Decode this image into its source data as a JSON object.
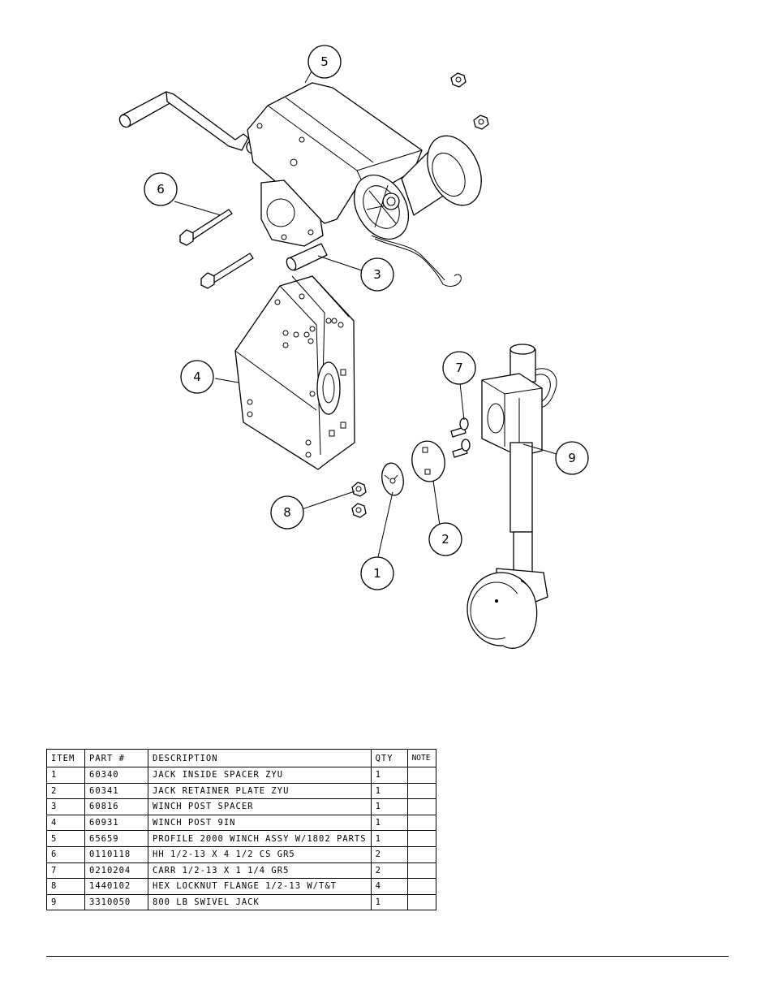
{
  "callouts": [
    {
      "label": "1"
    },
    {
      "label": "2"
    },
    {
      "label": "3"
    },
    {
      "label": "4"
    },
    {
      "label": "5"
    },
    {
      "label": "6"
    },
    {
      "label": "7"
    },
    {
      "label": "8"
    },
    {
      "label": "9"
    }
  ],
  "bom": {
    "headers": {
      "item": "ITEM",
      "part": "PART #",
      "description": "DESCRIPTION",
      "qty": "QTY",
      "note": "NOTE"
    },
    "rows": [
      {
        "item": "1",
        "part": "60340",
        "description": "JACK INSIDE SPACER ZYU",
        "qty": "1",
        "note": ""
      },
      {
        "item": "2",
        "part": "60341",
        "description": "JACK RETAINER PLATE ZYU",
        "qty": "1",
        "note": ""
      },
      {
        "item": "3",
        "part": "60816",
        "description": "WINCH POST SPACER",
        "qty": "1",
        "note": ""
      },
      {
        "item": "4",
        "part": "60931",
        "description": "WINCH POST 9IN",
        "qty": "1",
        "note": ""
      },
      {
        "item": "5",
        "part": "65659",
        "description": "PROFILE 2000 WINCH ASSY W/1802 PARTS",
        "qty": "1",
        "note": ""
      },
      {
        "item": "6",
        "part": "0110118",
        "description": "HH 1/2-13 X 4 1/2 CS GR5",
        "qty": "2",
        "note": ""
      },
      {
        "item": "7",
        "part": "0210204",
        "description": "CARR 1/2-13 X 1 1/4 GR5",
        "qty": "2",
        "note": ""
      },
      {
        "item": "8",
        "part": "1440102",
        "description": "HEX LOCKNUT FLANGE 1/2-13 W/T&T",
        "qty": "4",
        "note": ""
      },
      {
        "item": "9",
        "part": "3310050",
        "description": "800 LB SWIVEL JACK",
        "qty": "1",
        "note": ""
      }
    ]
  }
}
